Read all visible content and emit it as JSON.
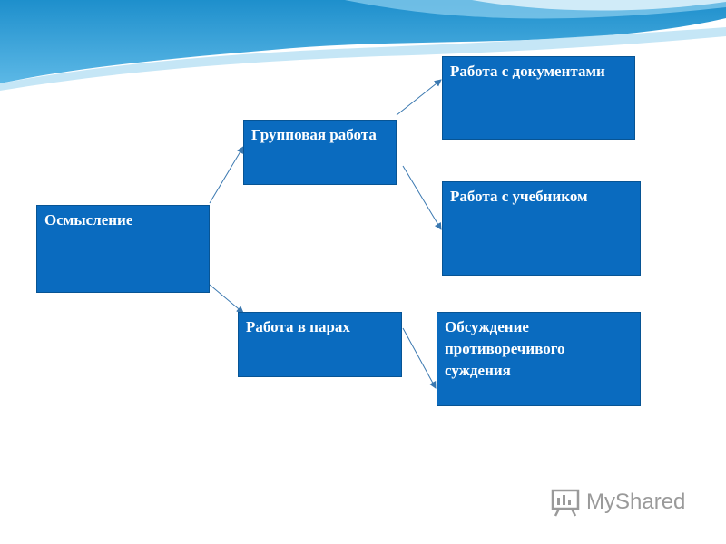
{
  "theme": {
    "node_fill": "#0a6bbf",
    "node_border": "#075494",
    "connector_color": "#3a78b0",
    "wave_colors": [
      "#2f9fd6",
      "#7fc7ea",
      "#cfe9f7"
    ]
  },
  "diagram": {
    "nodes": {
      "comprehension": "Осмысление",
      "group_work": "Групповая работа",
      "pair_work": "Работа в парах",
      "work_with_documents": "Работа с документами",
      "work_with_textbook": "Работа с учебником",
      "discussion_of_judgment": "Обсуждение противоречивого суждения"
    }
  },
  "watermark": {
    "text": "MyShared",
    "icon": "projector-screen-icon"
  }
}
